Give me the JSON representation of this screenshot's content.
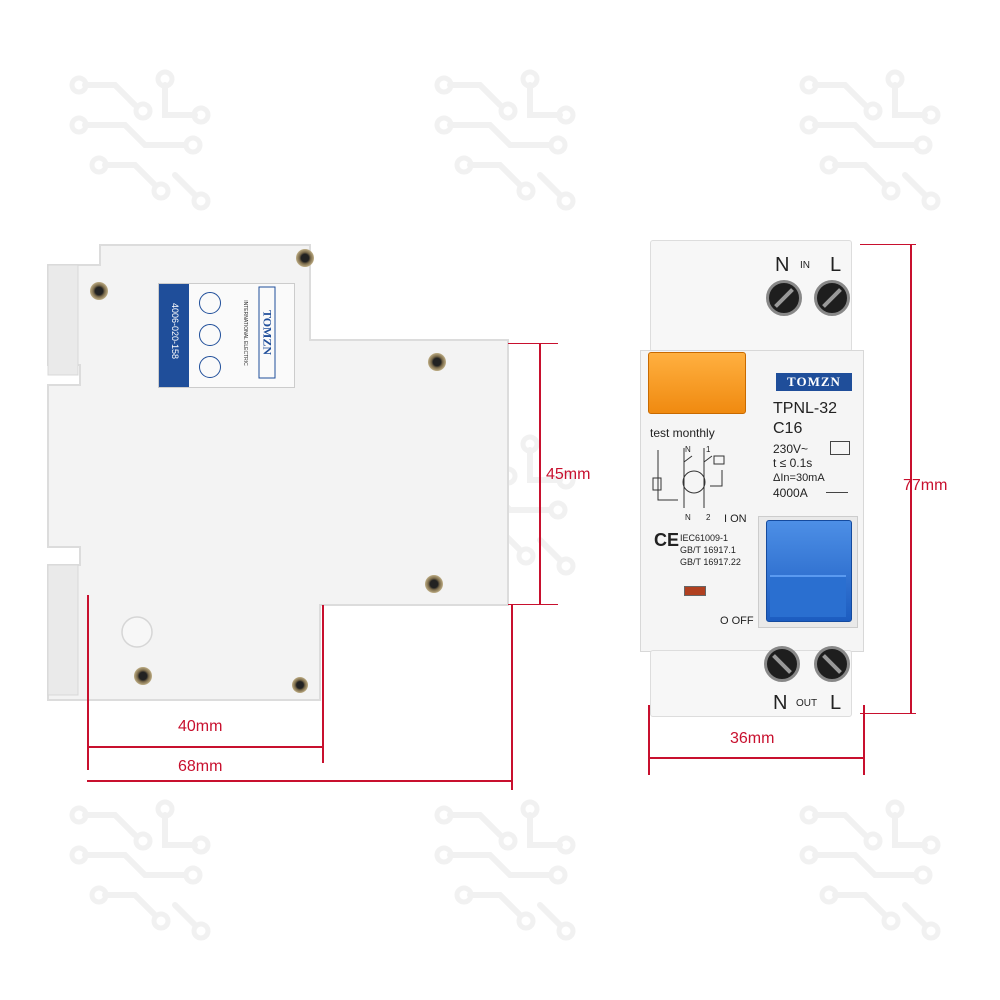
{
  "brand": "TOMZN",
  "side_label": {
    "phone": "4006-020-158",
    "subtitle": "INTERNATIONAL ELECTRIC"
  },
  "front": {
    "brand": "TOMZN",
    "model": "TPNL-32",
    "curve": "C16",
    "voltage": "230V~",
    "time": "t   ≤ 0.1s",
    "residual": "ΔIn=30mA",
    "breaking": "4000A",
    "test_label": "test monthly",
    "on_label": "I ON",
    "off_label": "O OFF",
    "ce": "CE",
    "standards": [
      "IEC61009-1",
      "GB/T 16917.1",
      "GB/T 16917.22"
    ],
    "top_terminals": {
      "n": "N",
      "mid": "IN",
      "l": "L"
    },
    "bottom_terminals": {
      "n": "N",
      "mid": "OUT",
      "l": "L"
    },
    "schematic_labels": {
      "n_top": "N",
      "one_top": "1",
      "n_bottom": "N",
      "two_bottom": "2"
    }
  },
  "dimensions": {
    "side_height": "45mm",
    "side_width_inner": "40mm",
    "side_width_total": "68mm",
    "front_width": "36mm",
    "front_height": "77mm"
  },
  "colors": {
    "dimension": "#c8102e",
    "brand_blue": "#1f4e9a",
    "handle_blue": "#2a6fd0",
    "test_orange": "#f59a20"
  }
}
